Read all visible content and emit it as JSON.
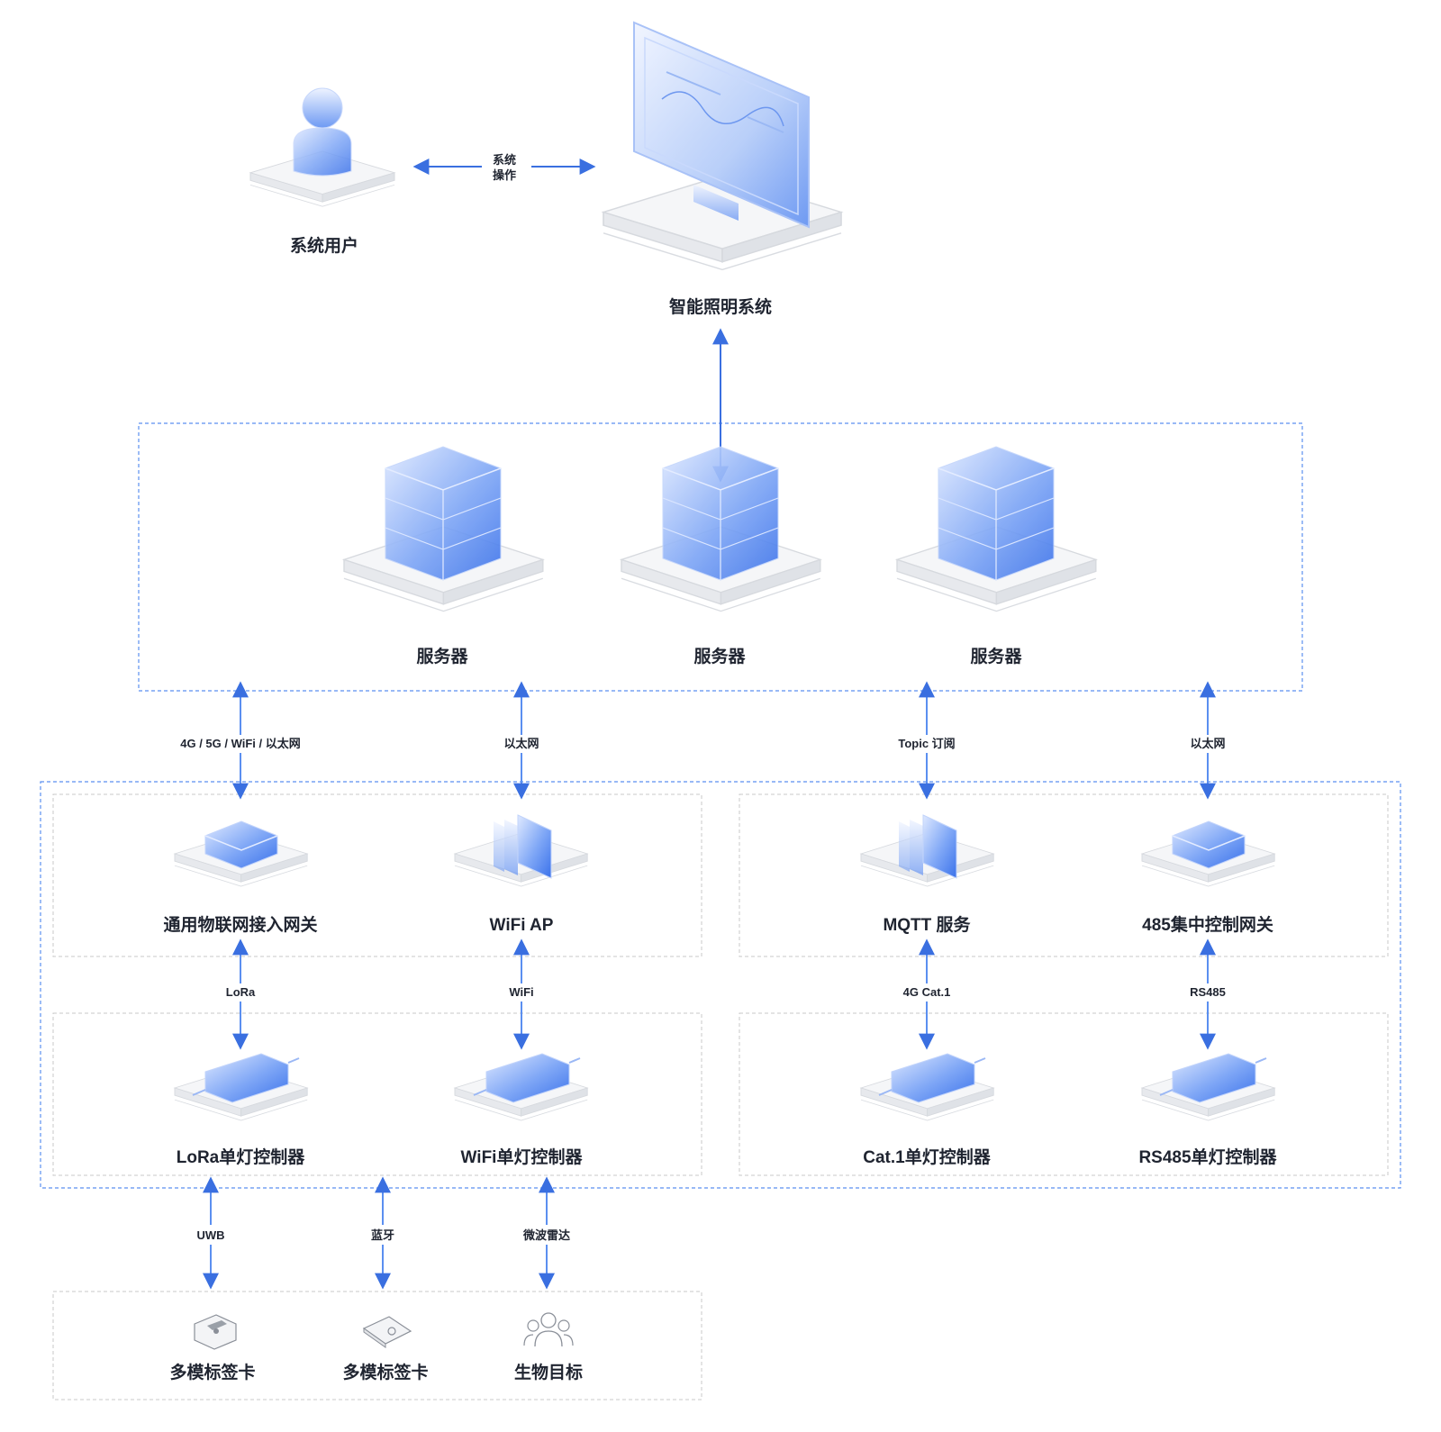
{
  "colors": {
    "arrow": "#5b8ff0",
    "arrow_dark": "#3a6fe0",
    "dashed_blue": "#5b8ff0",
    "dashed_gray": "#c8c8c8",
    "device_blue": "#3f7df0",
    "text": "#1f2430"
  },
  "top": {
    "user_label": "系统用户",
    "system_label": "智能照明系统",
    "op_line1": "系统",
    "op_line2": "操作"
  },
  "servers": {
    "labels": [
      "服务器",
      "服务器",
      "服务器"
    ]
  },
  "links": {
    "gateway_up": "4G / 5G / WiFi / 以太网",
    "wifi_up": "以太网",
    "mqtt_up": "Topic 订阅",
    "rs485_up": "以太网",
    "lora": "LoRa",
    "wifi": "WiFi",
    "cat1": "4G Cat.1",
    "rs485": "RS485",
    "uwb": "UWB",
    "bluetooth": "蓝牙",
    "radar": "微波雷达"
  },
  "gateways": {
    "iot_gateway": "通用物联网接入网关",
    "wifi_ap": "WiFi AP",
    "mqtt": "MQTT 服务",
    "rs485_gateway": "485集中控制网关"
  },
  "controllers": {
    "lora": "LoRa单灯控制器",
    "wifi": "WiFi单灯控制器",
    "cat1": "Cat.1单灯控制器",
    "rs485": "RS485单灯控制器"
  },
  "sensors": {
    "tag1": "多模标签卡",
    "tag2": "多模标签卡",
    "bio": "生物目标"
  },
  "icons": {
    "user": "user-icon",
    "monitor": "monitor-icon",
    "server": "server-icon",
    "gateway": "gateway-icon",
    "access_point": "access-point-icon",
    "controller": "controller-icon",
    "tag": "tag-card-icon",
    "people": "people-icon"
  }
}
